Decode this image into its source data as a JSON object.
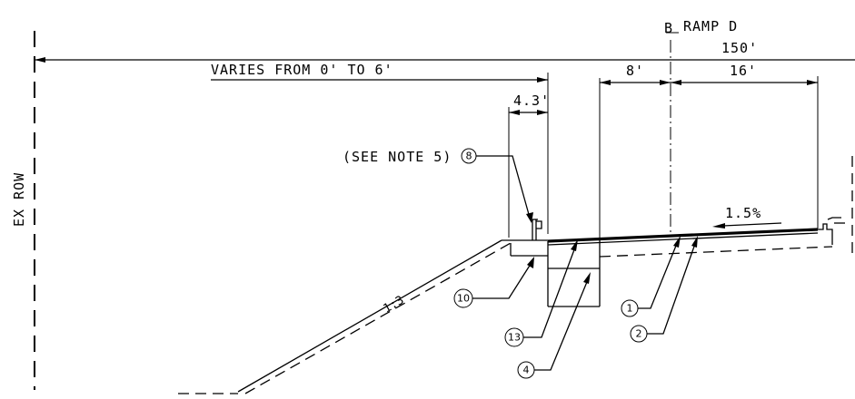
{
  "labels": {
    "row": "EX ROW",
    "centerline_symbol": "B",
    "centerline": "RAMP D",
    "dim_total": "150'",
    "dim_varies": "VARIES FROM 0' TO 6'",
    "dim_shoulder": "4.3'",
    "dim_lane_left": "8'",
    "dim_lane_right": "16'",
    "note_ref": "(SEE NOTE 5)",
    "slope_side": "1:3",
    "cross_slope": "1.5%"
  },
  "callouts": {
    "c8": "8",
    "c10": "10",
    "c13": "13",
    "c4": "4",
    "c1": "1",
    "c2": "2"
  }
}
